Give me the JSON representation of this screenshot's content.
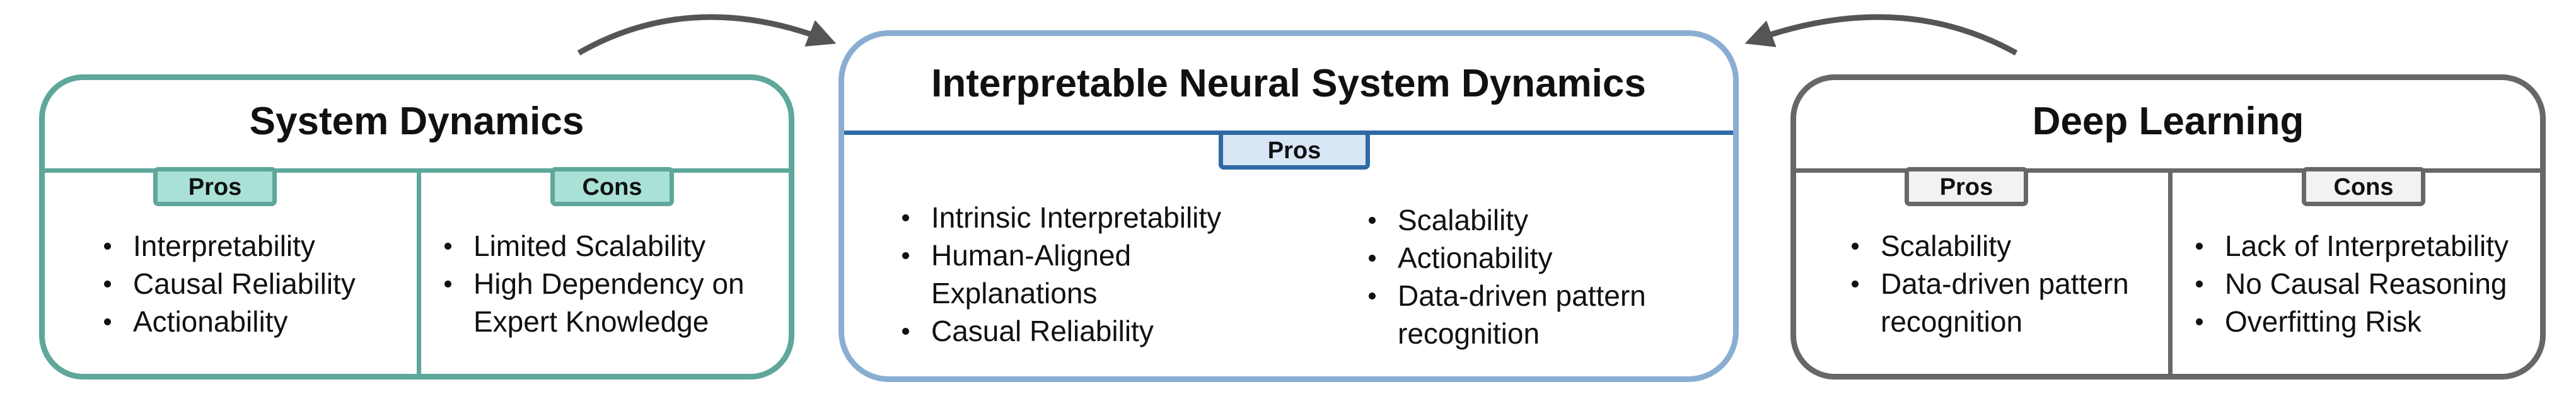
{
  "colors": {
    "system_dynamics": "#5ea79a",
    "interpretable": "#2f6aa5",
    "interpretable_border": "#8aaed1",
    "deep_learning": "#676767",
    "arrow": "#555555"
  },
  "system_dynamics": {
    "title": "System Dynamics",
    "pros_label": "Pros",
    "cons_label": "Cons",
    "pros": [
      "Interpretability",
      "Causal Reliability",
      "Actionability"
    ],
    "cons": [
      "Limited Scalability",
      "High Dependency on",
      "Expert Knowledge"
    ]
  },
  "interpretable_nsd": {
    "title": "Interpretable Neural System Dynamics",
    "pros_label": "Pros",
    "pros_left": [
      "Intrinsic Interpretability",
      "Human-Aligned",
      "Explanations",
      "Casual Reliability"
    ],
    "pros_right": [
      "Scalability",
      "Actionability",
      "Data-driven pattern",
      "recognition"
    ]
  },
  "deep_learning": {
    "title": "Deep Learning",
    "pros_label": "Pros",
    "cons_label": "Cons",
    "pros": [
      "Scalability",
      "Data-driven pattern",
      "recognition"
    ],
    "cons": [
      "Lack of Interpretability",
      "No Causal Reasoning",
      "Overfitting Risk"
    ]
  }
}
